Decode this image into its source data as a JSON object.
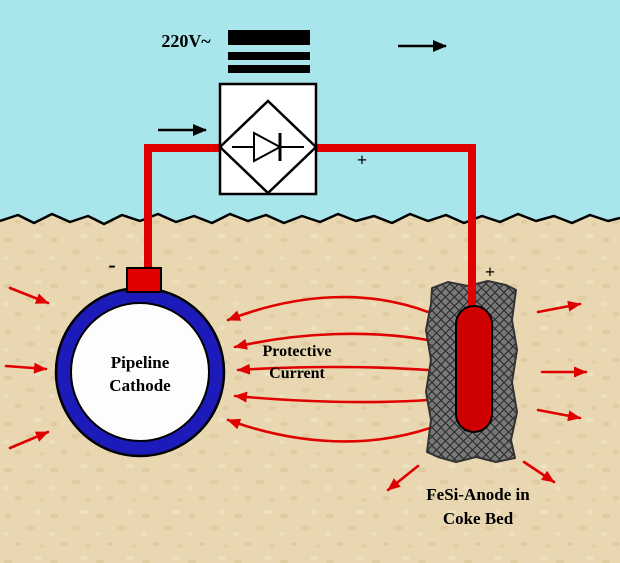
{
  "title": "Impressed current cathodic protection diagram",
  "colors": {
    "sky": "#a8e6ec",
    "soil": "#e8d7b0",
    "soil-speckle": "#d8c193",
    "wire": "#e00000",
    "field": "#e00000",
    "pipe-ring": "#1c1ab8",
    "anode-rod": "#cf0000",
    "bed-base": "#7a7a7a",
    "bed-mesh": "#2d2d2d",
    "ink": "#000000"
  },
  "labels": {
    "voltage": "220V~",
    "rectifier_plus": "+",
    "cathode_minus": "-",
    "anode_plus": "+",
    "pipe_line1": "Pipeline",
    "pipe_line2": "Cathode",
    "current_line1": "Protective",
    "current_line2": "Current",
    "anode_line1": "FeSi-Anode in",
    "anode_line2": "Coke Bed"
  }
}
